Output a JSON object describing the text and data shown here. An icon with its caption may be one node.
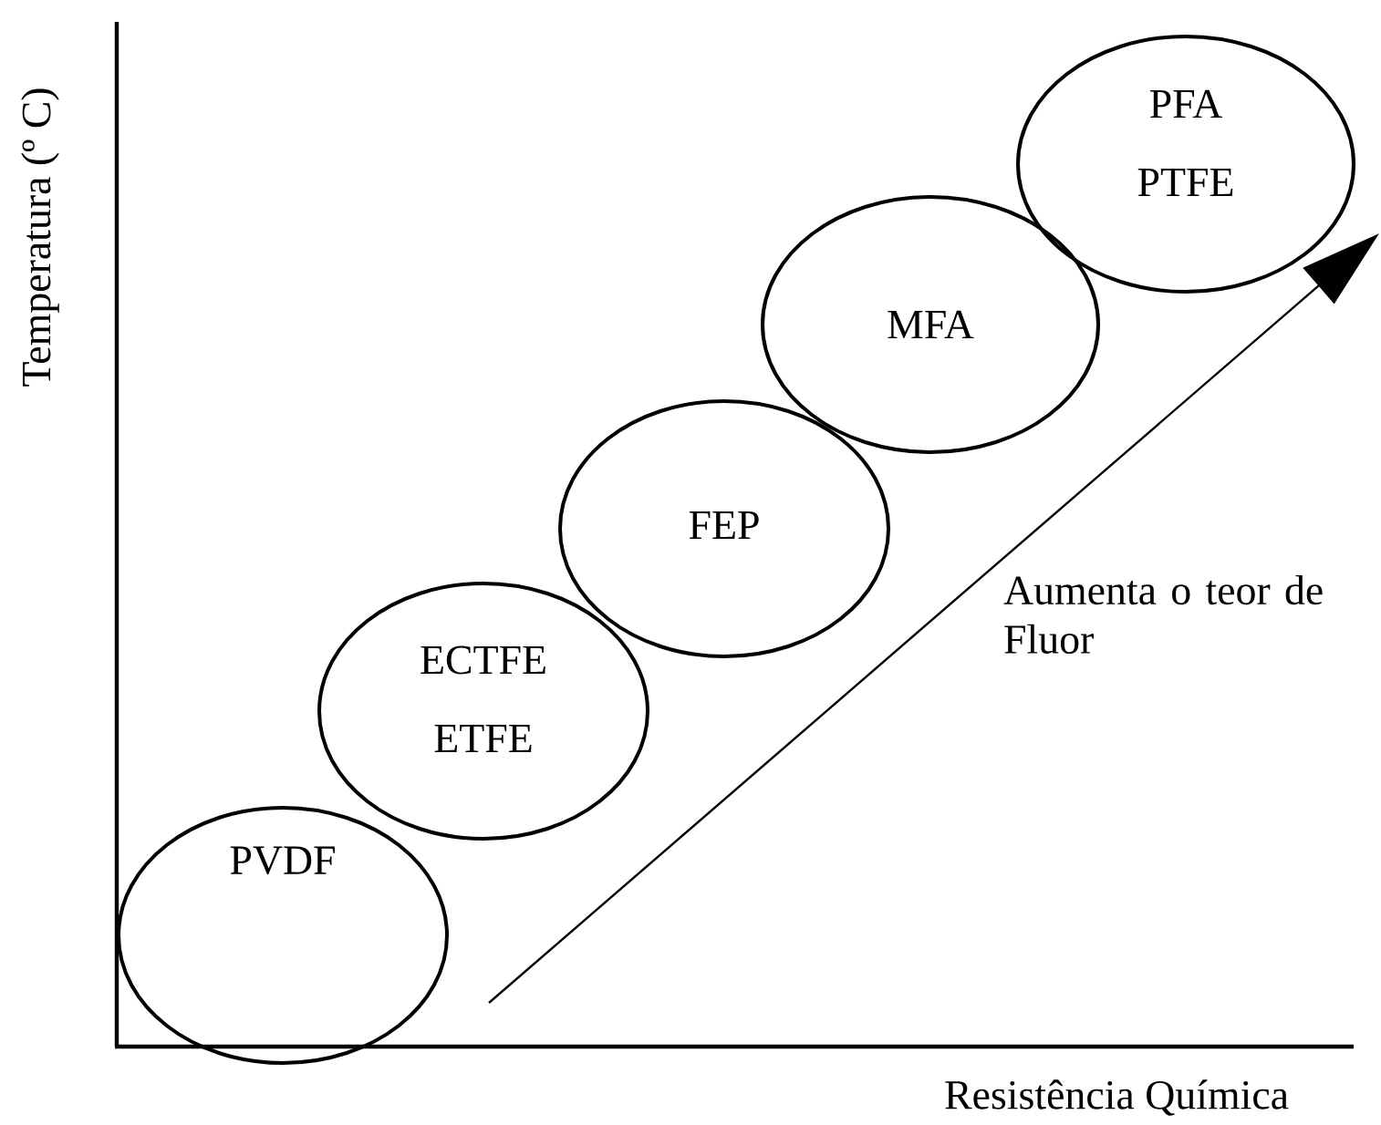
{
  "diagram": {
    "nodes": [
      {
        "text": [
          "PVDF"
        ]
      },
      {
        "text": [
          "ECTFE",
          "ETFE"
        ]
      },
      {
        "text": [
          "FEP"
        ]
      },
      {
        "text": [
          "MFA"
        ]
      },
      {
        "text": [
          "PFA",
          "PTFE"
        ]
      }
    ],
    "labels": [
      "Temperatura (º C)",
      "Aumenta o teor de Fluor",
      "Resistência Química"
    ]
  }
}
